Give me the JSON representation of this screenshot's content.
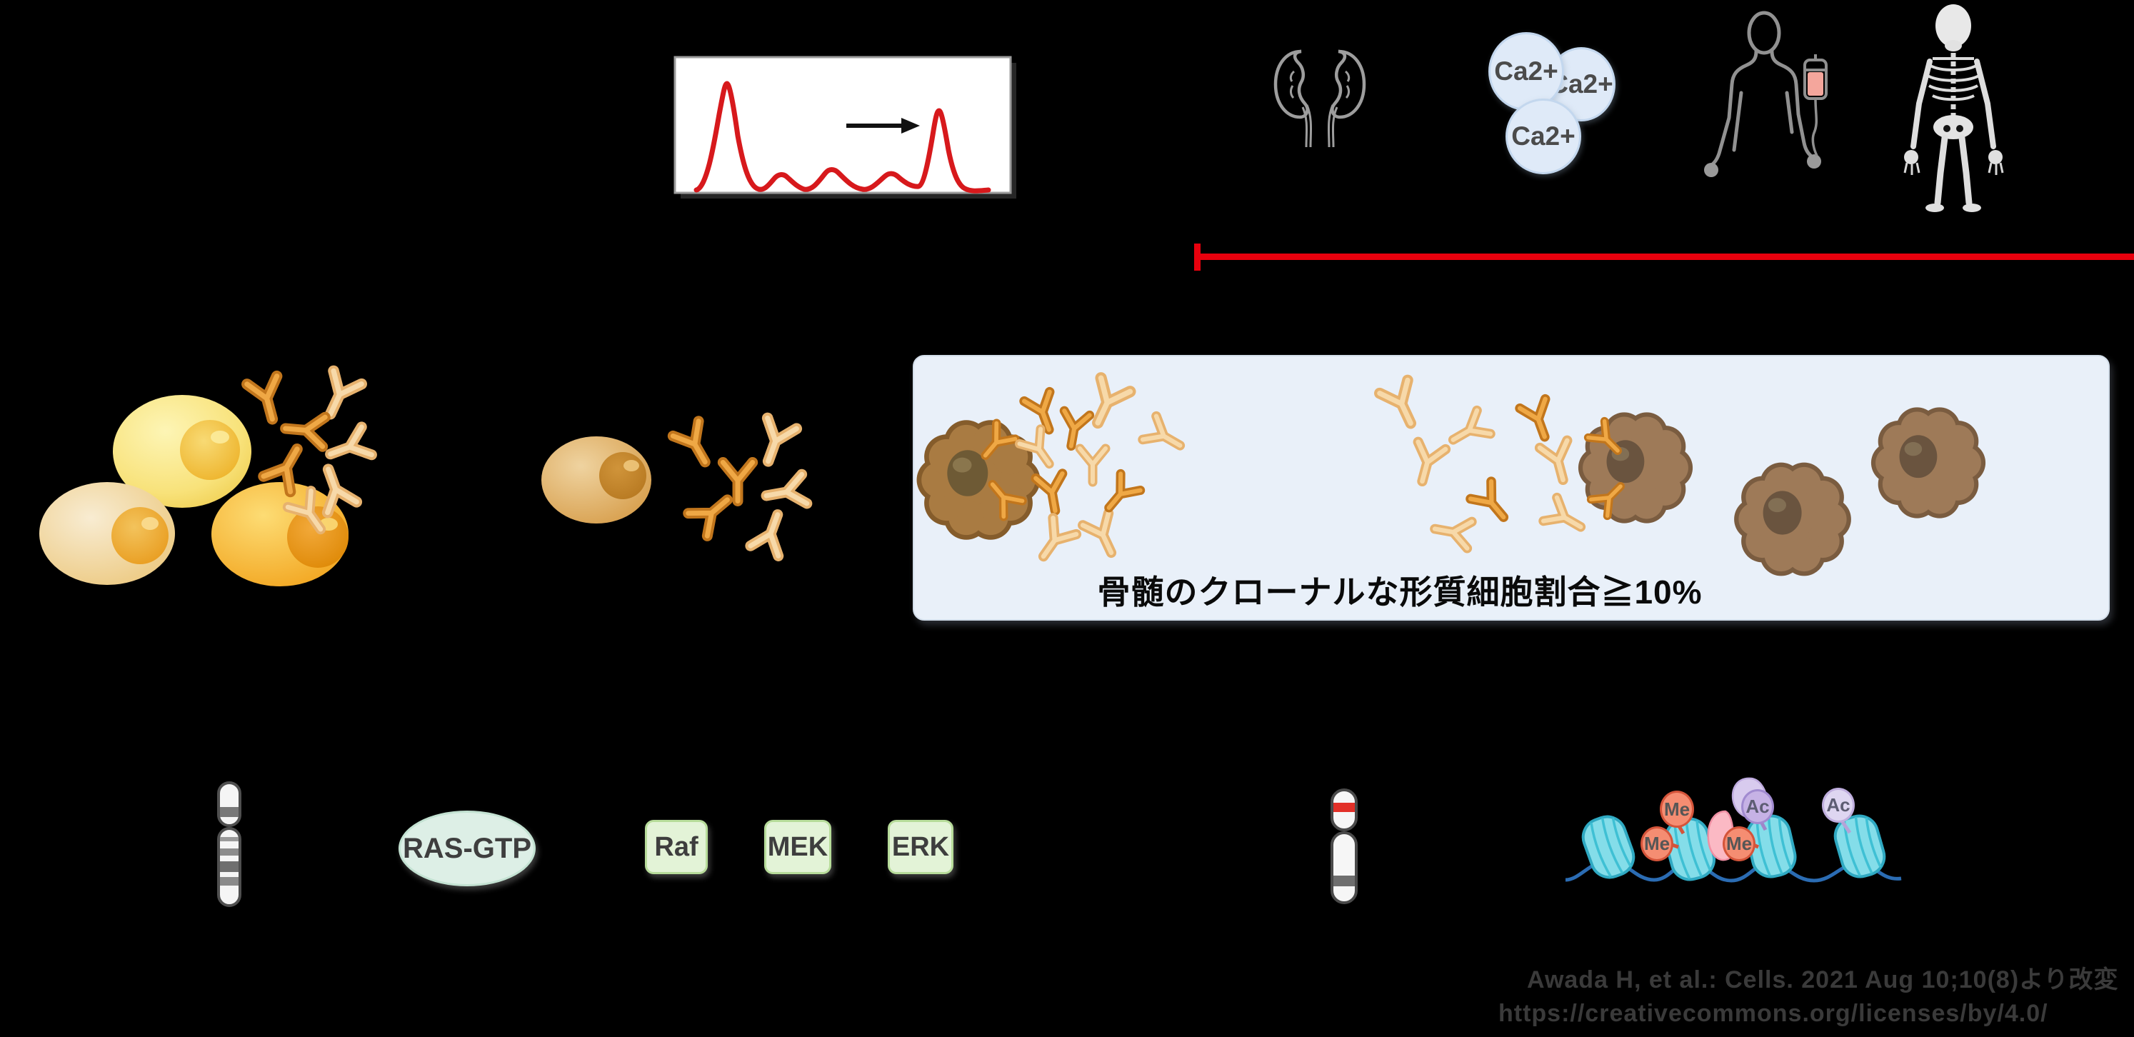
{
  "colors": {
    "background": "#000000",
    "accent_red": "#e8000d",
    "marrow_panel_bg": "#e9f0f9",
    "calcium_fill": "#dfeaf8",
    "green_box_bg": "#e3f3d7",
    "ras_fill": "#ddefe6",
    "methyl_fill": "#f58d72",
    "acetyl_fill": "#c6b2e5",
    "nucleosome_fill": "#84dde9",
    "dna_color": "#2b6cb3",
    "spep_curve": "#d7191c"
  },
  "crab": {
    "calcium_label": "Ca2+"
  },
  "marrow": {
    "caption": "骨髄のクローナルな形質細胞割合≧10%"
  },
  "pathway": {
    "ras_label": "RAS-GTP",
    "raf_label": "Raf",
    "mek_label": "MEK",
    "erk_label": "ERK"
  },
  "epigenetics": {
    "methyl_label": "Me",
    "acetyl_label": "Ac"
  },
  "citation": {
    "line1": "Awada H, et al.: Cells. 2021 Aug 10;10(8)より改変",
    "line2": "https://creativecommons.org/licenses/by/4.0/"
  },
  "icons": [
    "spep-mspike-icon",
    "arrow-right-icon",
    "kidney-icon",
    "calcium-ion-icon",
    "anemia-transfusion-icon",
    "bone-skeleton-icon",
    "plasma-cell-icon",
    "antibody-icon",
    "myeloma-cell-icon",
    "chromosome-icon",
    "translocation-chromosome-icon",
    "nucleosome-icon",
    "dna-strand-icon",
    "methylation-icon",
    "acetylation-icon"
  ]
}
